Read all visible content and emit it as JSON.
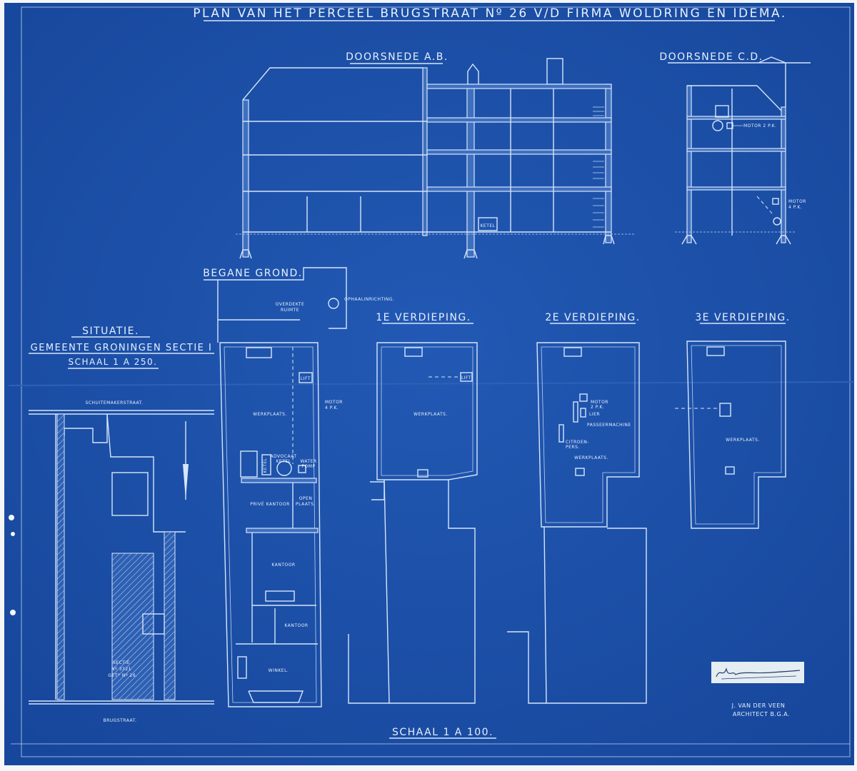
{
  "sheet": {
    "title": "PLAN VAN HET PERCEEL BRUGSTRAAT Nº 26 V/D FIRMA WOLDRING EN IDEMA.",
    "colors": {
      "paper": "#1b4fa6",
      "ink": "#d6e6fa",
      "margin": "#f4f6f8"
    }
  },
  "section_ab": {
    "heading": "DOORSNEDE A.B.",
    "labels": {
      "boiler": "KETEL"
    }
  },
  "section_cd": {
    "heading": "DOORSNEDE C.D.",
    "labels": {
      "motor_top": "MOTOR 2 P.K.",
      "motor_bottom_1": "MOTOR",
      "motor_bottom_2": "4 P.K."
    }
  },
  "ground_floor": {
    "heading": "BEGANE GROND.",
    "labels": {
      "covered_1": "OVERDEKTE",
      "covered_2": "RUIMTE",
      "hoist": "OPHAALINRICHTING.",
      "lift": "LIFT",
      "motor_1": "MOTOR",
      "motor_2": "4 P.K.",
      "workshop": "WERKPLAATS.",
      "boiler": "KETEL",
      "advocaat_1": "ADVOCAAT",
      "advocaat_2": "KETEL",
      "pump_1": "WATER",
      "pump_2": "POMP",
      "private_office": "PRIVÉ KANTOOR",
      "open_1": "OPEN",
      "open_2": "PLAATS.",
      "office_1": "KANTOOR",
      "office_2": "KANTOOR",
      "shop": "WINKEL."
    }
  },
  "first_floor": {
    "heading": "1E VERDIEPING.",
    "labels": {
      "lift": "LIFT",
      "workshop": "WERKPLAATS."
    }
  },
  "second_floor": {
    "heading": "2E VERDIEPING.",
    "labels": {
      "motor_1": "MOTOR",
      "motor_2": "2 P.K.",
      "winch": "LIER",
      "machine": "PASSEERMACHINE",
      "press_1": "CITROEN-",
      "press_2": "PERS.",
      "workshop": "WERKPLAATS."
    }
  },
  "third_floor": {
    "heading": "3E VERDIEPING.",
    "labels": {
      "workshop": "WERKPLAATS."
    }
  },
  "situation": {
    "heading": "SITUATIE.",
    "municipality": "GEMEENTE GRONINGEN SECTIE I",
    "scale": "SCHAAL 1 A 250.",
    "street_top": "SCHUITEMAKERSTRAAT.",
    "street_bottom": "BRUGSTRAAT.",
    "parcel_1": "SECTIE",
    "parcel_2": "Nº 3321",
    "parcel_3": "GETᴰ Nº 26."
  },
  "footer": {
    "scale": "SCHAAL 1 A 100.",
    "signature": "Woldring Idema",
    "architect_name": "J. VAN DER VEEN",
    "architect_title": "ARCHITECT B.G.A."
  }
}
